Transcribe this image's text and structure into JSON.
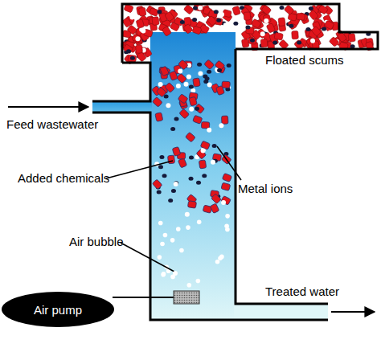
{
  "diagram": {
    "nodes": [
      {
        "text": [
          "Air pump"
        ]
      }
    ],
    "labels": [
      "Floated scums",
      "Feed wastewater",
      "Added chemicals",
      "Metal ions",
      "Air bubble",
      "Treated water"
    ]
  }
}
